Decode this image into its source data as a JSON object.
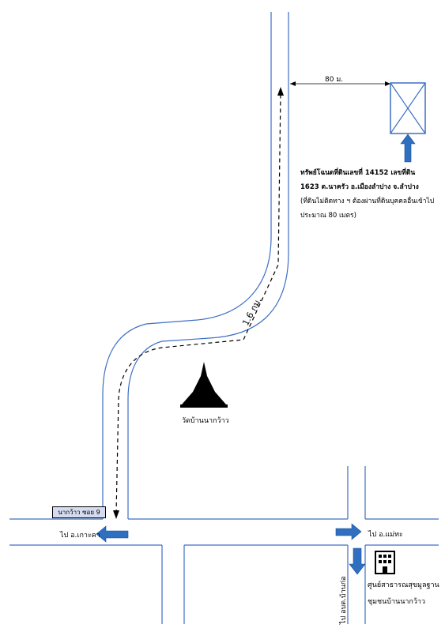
{
  "map": {
    "distance_to_plot": "80 ม.",
    "route_distance": "1.6 กม.",
    "property_desc_line1": "ทรัพย์โฉนดที่ดินเลขที่  14152  เลขที่ดิน",
    "property_desc_line2": "1623  ต.นาครัว  อ.เมืองลำปาง  จ.ลำปาง",
    "property_desc_line3": "(ที่ดินไม่ติดทาง ฯ ต้องผ่านที่ดินบุคคลอื่นเข้าไป",
    "property_desc_line4": "ประมาณ 80 เมตร)",
    "temple_label": "วัดบ้านนากว้าว",
    "soi_sign": "นากว้าว ซอย 9",
    "left_direction": "ไป อ.เกาะคา",
    "right_direction": "ไป อ.แม่ทะ",
    "down_direction": "ไป อบต.บ้านก่อ",
    "health_center_line1": "ศูนย์สาธารณสุขมูลฐาน",
    "health_center_line2": "ชุมชนบ้านนากว้าว",
    "colors": {
      "road": "#3d6fc4",
      "arrow": "#2f6fc0",
      "sign_bg": "#d6dcf0"
    },
    "icons": [
      "plot-marker-icon",
      "temple-stupa-icon",
      "building-icon",
      "arrow-left-icon",
      "arrow-right-icon",
      "arrow-down-icon",
      "arrow-up-icon"
    ]
  }
}
